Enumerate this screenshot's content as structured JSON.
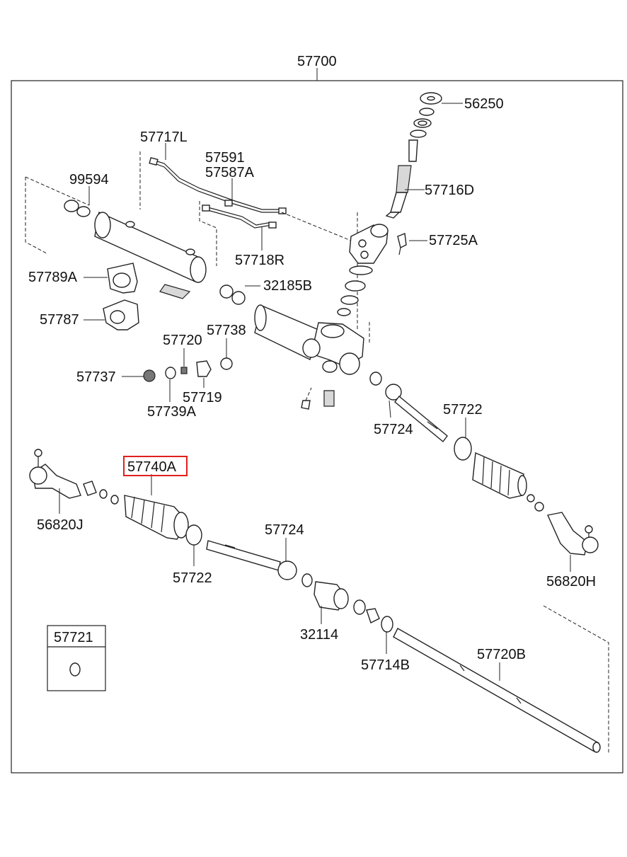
{
  "diagram": {
    "main_assembly": "57700",
    "highlighted_part": "57740A",
    "highlight_color": "#e0201c",
    "parts": {
      "p56250": "56250",
      "p57717L": "57717L",
      "p57591": "57591",
      "p57587A": "57587A",
      "p99594": "99594",
      "p57716D": "57716D",
      "p57725A": "57725A",
      "p57718R": "57718R",
      "p57789A": "57789A",
      "p32185B": "32185B",
      "p57787": "57787",
      "p57720": "57720",
      "p57738": "57738",
      "p57737": "57737",
      "p57719": "57719",
      "p57739A": "57739A",
      "p57722_upper": "57722",
      "p57724_upper": "57724",
      "p57740A": "57740A",
      "p56820J": "56820J",
      "p57724_lower": "57724",
      "p57722_lower": "57722",
      "p56820H": "56820H",
      "p32114": "32114",
      "p57714B": "57714B",
      "p57720B": "57720B",
      "p57721": "57721"
    }
  }
}
